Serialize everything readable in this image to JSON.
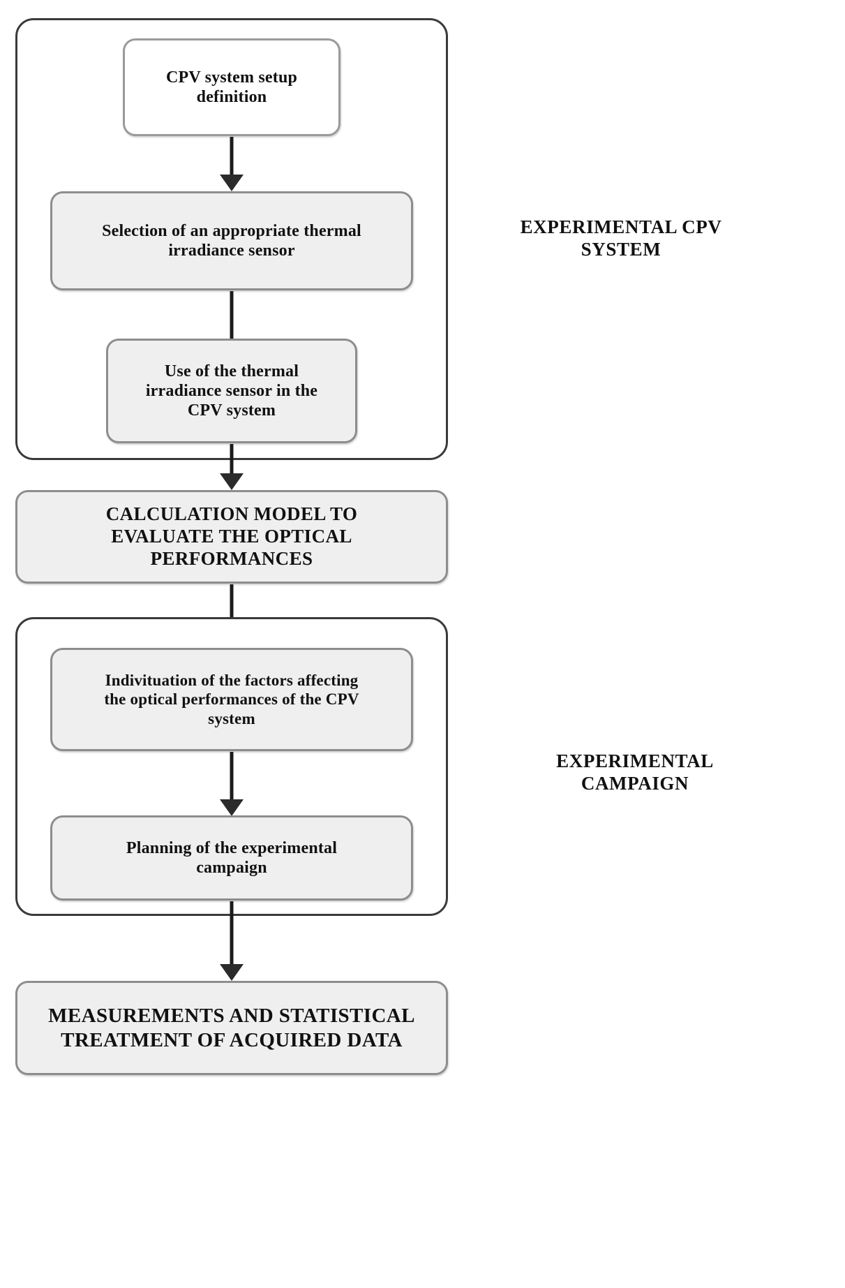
{
  "diagram": {
    "title": "CPV system experimental methodology flowchart",
    "groups": [
      {
        "id": "experimental-cpv-system",
        "label": "EXPERIMENTAL CPV\nSYSTEM"
      },
      {
        "id": "experimental-campaign",
        "label": "EXPERIMENTAL\nCAMPAIGN"
      }
    ],
    "nodes": [
      {
        "id": "cpv-system-setup-definition",
        "text": "CPV system setup\ndefinition"
      },
      {
        "id": "selection-thermal-irradiance-sensor",
        "text": "Selection of an appropriate thermal\nirradiance sensor"
      },
      {
        "id": "use-thermal-irradiance-sensor",
        "text": "Use of the thermal\nirradiance sensor in the\nCPV system"
      },
      {
        "id": "calculation-model",
        "text": "CALCULATION MODEL TO\nEVALUATE THE OPTICAL\nPERFORMANCES"
      },
      {
        "id": "indivituation-factors",
        "text": "Indivituation of the factors affecting\nthe optical performances of the CPV\nsystem"
      },
      {
        "id": "planning-experimental-campaign",
        "text": "Planning of the experimental\ncampaign"
      },
      {
        "id": "measurements-statistical-treatment",
        "text": "MEASUREMENTS AND STATISTICAL\nTREATMENT OF ACQUIRED DATA"
      }
    ],
    "connectors": [
      {
        "id": "arrow-setup-to-selection",
        "from": "cpv-system-setup-definition",
        "to": "selection-thermal-irradiance-sensor"
      },
      {
        "id": "arrow-selection-to-use",
        "from": "selection-thermal-irradiance-sensor",
        "to": "use-thermal-irradiance-sensor"
      },
      {
        "id": "arrow-use-to-calculation",
        "from": "use-thermal-irradiance-sensor",
        "to": "calculation-model"
      },
      {
        "id": "arrow-calculation-to-indivituation",
        "from": "calculation-model",
        "to": "indivituation-factors"
      },
      {
        "id": "arrow-indivituation-to-planning",
        "from": "indivituation-factors",
        "to": "planning-experimental-campaign"
      },
      {
        "id": "arrow-planning-to-measurements",
        "from": "planning-experimental-campaign",
        "to": "measurements-statistical-treatment"
      }
    ],
    "colors": {
      "node_fill": "#efefef",
      "node_border": "#8d8d8d",
      "group_border": "#3a3a3a",
      "arrow": "#1b1b1b",
      "text": "#111111",
      "background": "#ffffff"
    }
  }
}
